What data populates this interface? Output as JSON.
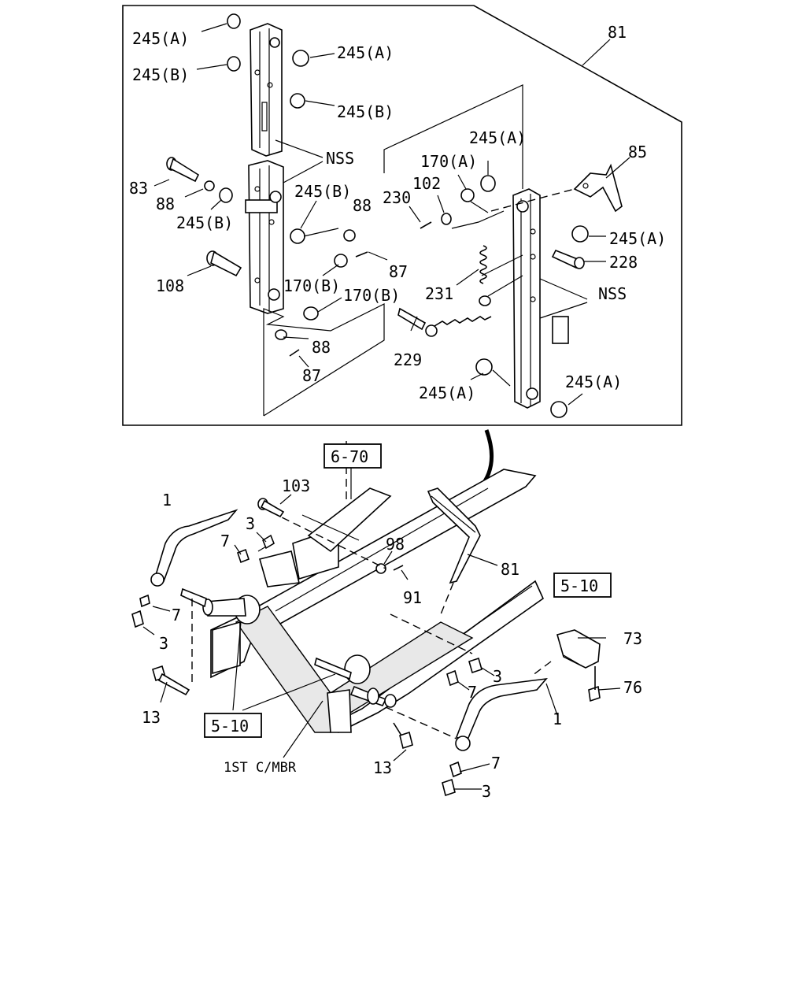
{
  "inset": {
    "labels": {
      "l_245a_1": "245(A)",
      "l_245b_1": "245(B)",
      "l_245a_2": "245(A)",
      "l_245b_2": "245(B)",
      "l_81": "81",
      "l_nss_1": "NSS",
      "l_83": "83",
      "l_88_1": "88",
      "l_245b_3": "245(B)",
      "l_245b_4": "245(B)",
      "l_88_2": "88",
      "l_87_1": "87",
      "l_108": "108",
      "l_170b_1": "170(B)",
      "l_170b_2": "170(B)",
      "l_88_3": "88",
      "l_87_2": "87",
      "l_245a_3": "245(A)",
      "l_170a": "170(A)",
      "l_230": "230",
      "l_102": "102",
      "l_85": "85",
      "l_245a_4": "245(A)",
      "l_228": "228",
      "l_231": "231",
      "l_nss_2": "NSS",
      "l_229": "229",
      "l_245a_5": "245(A)",
      "l_245a_6": "245(A)"
    }
  },
  "main": {
    "refs": {
      "ref_6_70": "6-70",
      "ref_5_10_right": "5-10",
      "ref_5_10_left": "5-10"
    },
    "labels": {
      "l_103": "103",
      "l_1_top": "1",
      "l_3_top": "3",
      "l_7_top": "7",
      "l_98": "98",
      "l_91": "91",
      "l_81_main": "81",
      "l_7_left": "7",
      "l_3_left": "3",
      "l_73": "73",
      "l_3_mid": "3",
      "l_7_mid": "7",
      "l_76": "76",
      "l_13_left": "13",
      "l_1_right": "1",
      "l_1st_cmbr": "1ST C/MBR",
      "l_13_mid": "13",
      "l_7_bot": "7",
      "l_3_bot": "3"
    }
  }
}
